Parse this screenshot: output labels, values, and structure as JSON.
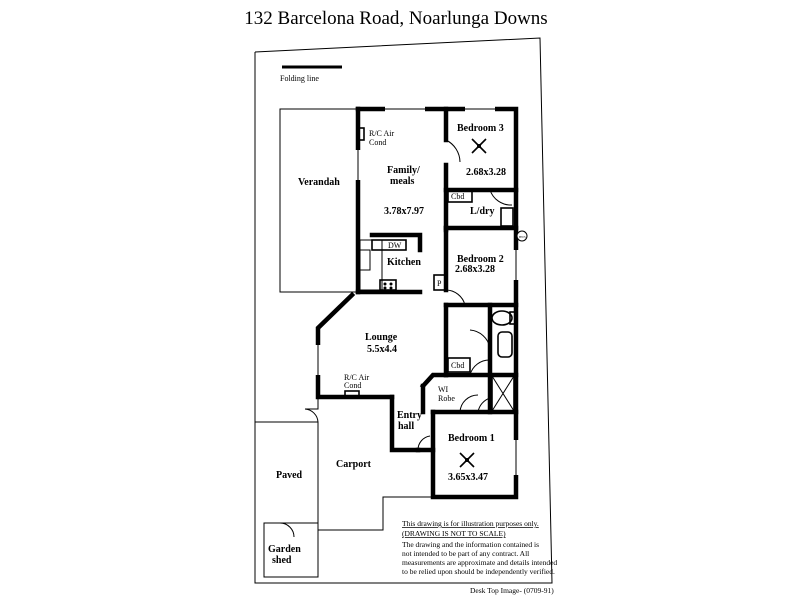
{
  "title": "132 Barcelona Road,  Noarlunga Downs",
  "labels": {
    "folding_line": "Folding line",
    "verandah": "Verandah",
    "rc_air_top_1": "R/C Air",
    "rc_air_top_2": "Cond",
    "family_1": "Family/",
    "family_2": "meals",
    "family_dim": "3.78x7.97",
    "bedroom3": "Bedroom 3",
    "bedroom3_dim": "2.68x3.28",
    "cbd_top": "Cbd",
    "ldry": "L/dry",
    "hws": "HWS",
    "dw": "DW",
    "kitchen": "Kitchen",
    "bedroom2": "Bedroom 2",
    "bedroom2_dim": "2.68x3.28",
    "p": "P",
    "lounge": "Lounge",
    "lounge_dim": "5.5x4.4",
    "rc_air_bot_1": "R/C Air",
    "rc_air_bot_2": "Cond",
    "cbd_bot": "Cbd",
    "wi_robe_1": "WI",
    "wi_robe_2": "Robe",
    "entry_1": "Entry",
    "entry_2": "hall",
    "bedroom1": "Bedroom 1",
    "bedroom1_dim": "3.65x3.47",
    "paved": "Paved",
    "carport": "Carport",
    "garden_1": "Garden",
    "garden_2": "shed"
  },
  "disclaimer": {
    "line1": "This drawing is for illustration purposes only.",
    "line2": "(DRAWING IS NOT TO SCALE)",
    "line3": "The drawing and the information contained is",
    "line4": "not intended to be part of any contract.  All",
    "line5": "measurements are approximate and details intended",
    "line6": "to be relied upon should be independently verified."
  },
  "credit": "Desk Top Image- (0709-91)"
}
